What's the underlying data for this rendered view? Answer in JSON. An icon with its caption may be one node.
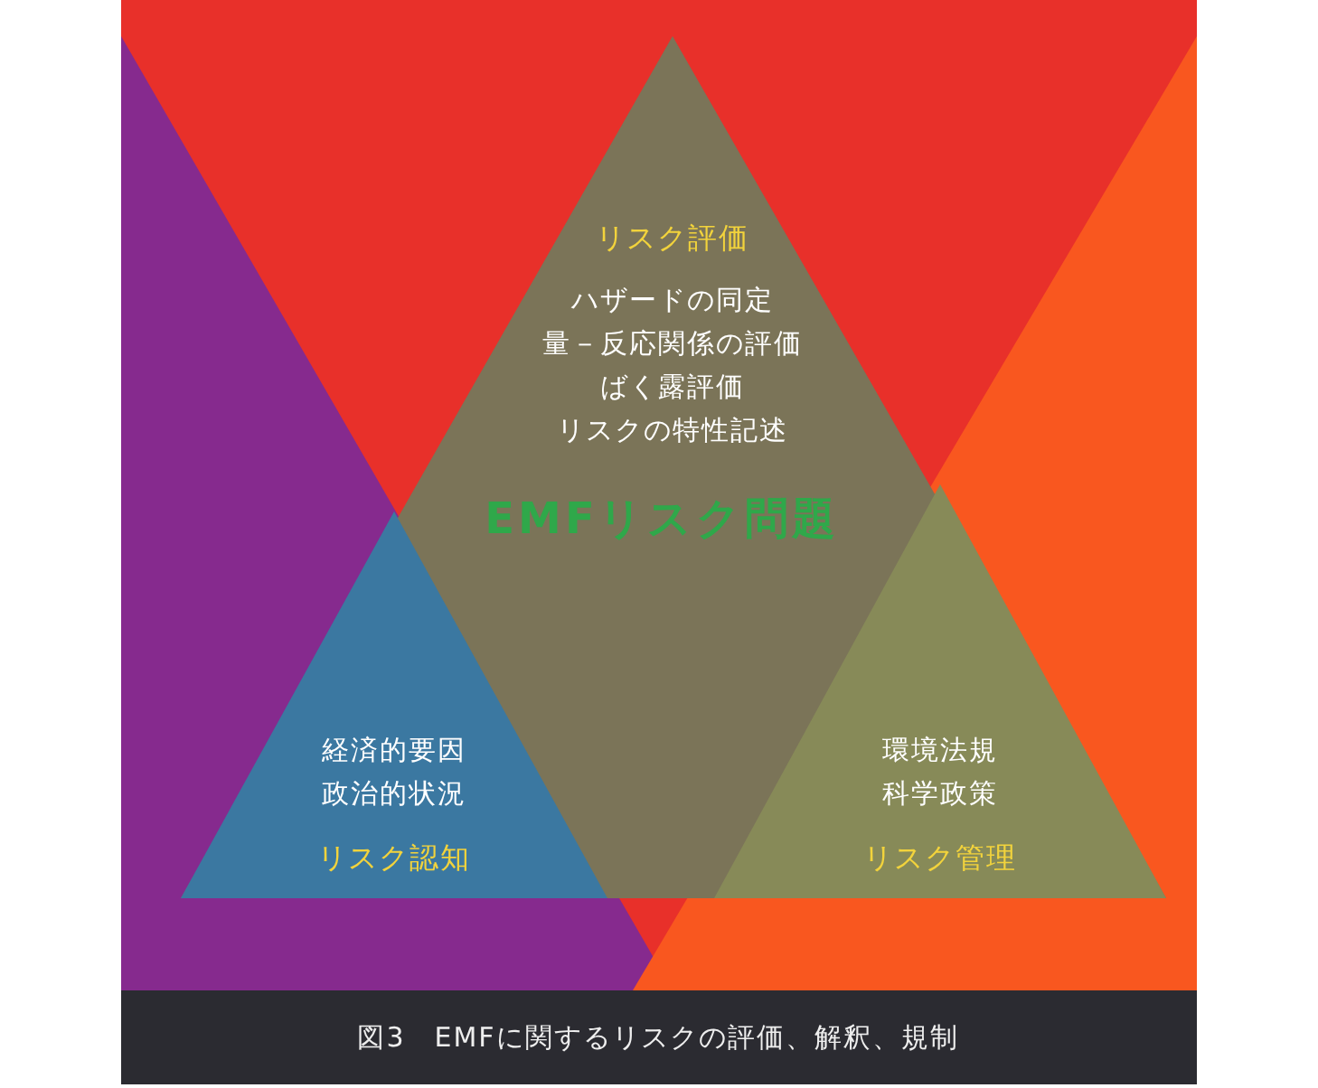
{
  "diagram": {
    "caption": "図3　EMFに関するリスクの評価、解釈、規制",
    "nodes": [
      {
        "text": [
          "リスク評価",
          "ハザードの同定",
          "量－反応関係の評価",
          "ばく露評価",
          "リスクの特性記述"
        ]
      },
      {
        "text": [
          "経済的要因",
          "政治的状況",
          "リスク認知"
        ],
        "in": 0
      },
      {
        "text": [
          "環境法規",
          "科学政策",
          "リスク管理"
        ],
        "in": 0
      }
    ],
    "edges": [],
    "labels": [
      "EMFリスク問題"
    ]
  }
}
